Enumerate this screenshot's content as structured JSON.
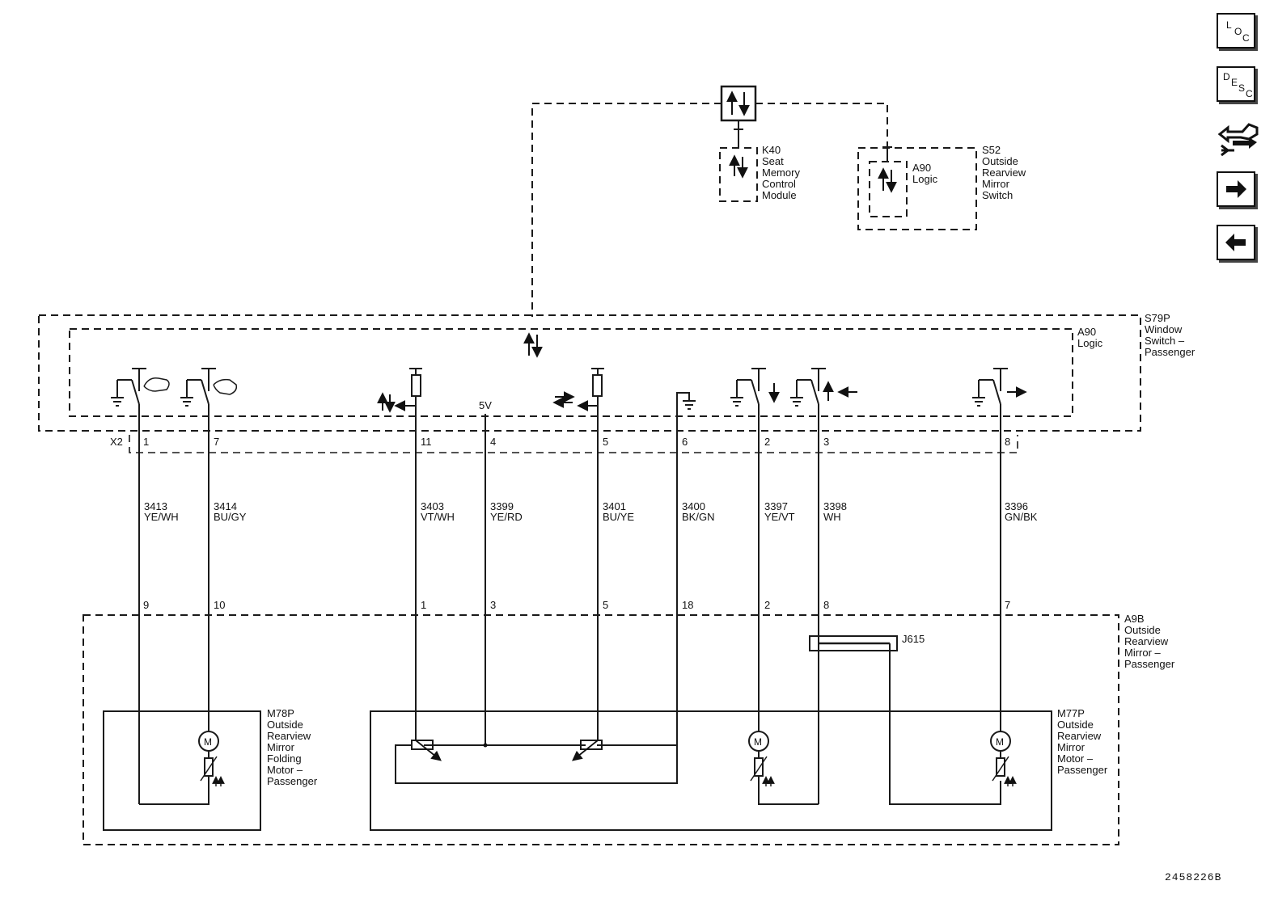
{
  "nav": {
    "loc": {
      "l1": "L",
      "l2": "O",
      "l3": "C"
    },
    "desc": {
      "l1": "D",
      "l2": "E",
      "l3": "S",
      "l4": "C"
    }
  },
  "modules": {
    "k40": [
      "K40",
      "Seat",
      "Memory",
      "Control",
      "Module"
    ],
    "s52": [
      "S52",
      "Outside",
      "Rearview",
      "Mirror",
      "Switch"
    ],
    "s52_logic": [
      "A90",
      "Logic"
    ],
    "s79p": [
      "S79P",
      "Window",
      "Switch –",
      "Passenger"
    ],
    "s79p_logic": [
      "A90",
      "Logic"
    ],
    "a9b": [
      "A9B",
      "Outside",
      "Rearview",
      "Mirror –",
      "Passenger"
    ],
    "m78p": [
      "M78P",
      "Outside",
      "Rearview",
      "Mirror",
      "Folding",
      "Motor –",
      "Passenger"
    ],
    "m77p": [
      "M77P",
      "Outside",
      "Rearview",
      "Mirror",
      "Motor –",
      "Passenger"
    ]
  },
  "connector": "X2",
  "supply_label": "5V",
  "splice": "J615",
  "motor_symbol": "M",
  "wires": [
    {
      "pin_top": "1",
      "circuit": "3413",
      "color": "YE/WH",
      "pin_bottom": "9"
    },
    {
      "pin_top": "7",
      "circuit": "3414",
      "color": "BU/GY",
      "pin_bottom": "10"
    },
    {
      "pin_top": "11",
      "circuit": "3403",
      "color": "VT/WH",
      "pin_bottom": "1"
    },
    {
      "pin_top": "4",
      "circuit": "3399",
      "color": "YE/RD",
      "pin_bottom": "3"
    },
    {
      "pin_top": "5",
      "circuit": "3401",
      "color": "BU/YE",
      "pin_bottom": "5"
    },
    {
      "pin_top": "6",
      "circuit": "3400",
      "color": "BK/GN",
      "pin_bottom": "18"
    },
    {
      "pin_top": "2",
      "circuit": "3397",
      "color": "YE/VT",
      "pin_bottom": "2"
    },
    {
      "pin_top": "3",
      "circuit": "3398",
      "color": "WH",
      "pin_bottom": "8"
    },
    {
      "pin_top": "8",
      "circuit": "3396",
      "color": "GN/BK",
      "pin_bottom": "7"
    }
  ],
  "figure_id": "2458226B"
}
